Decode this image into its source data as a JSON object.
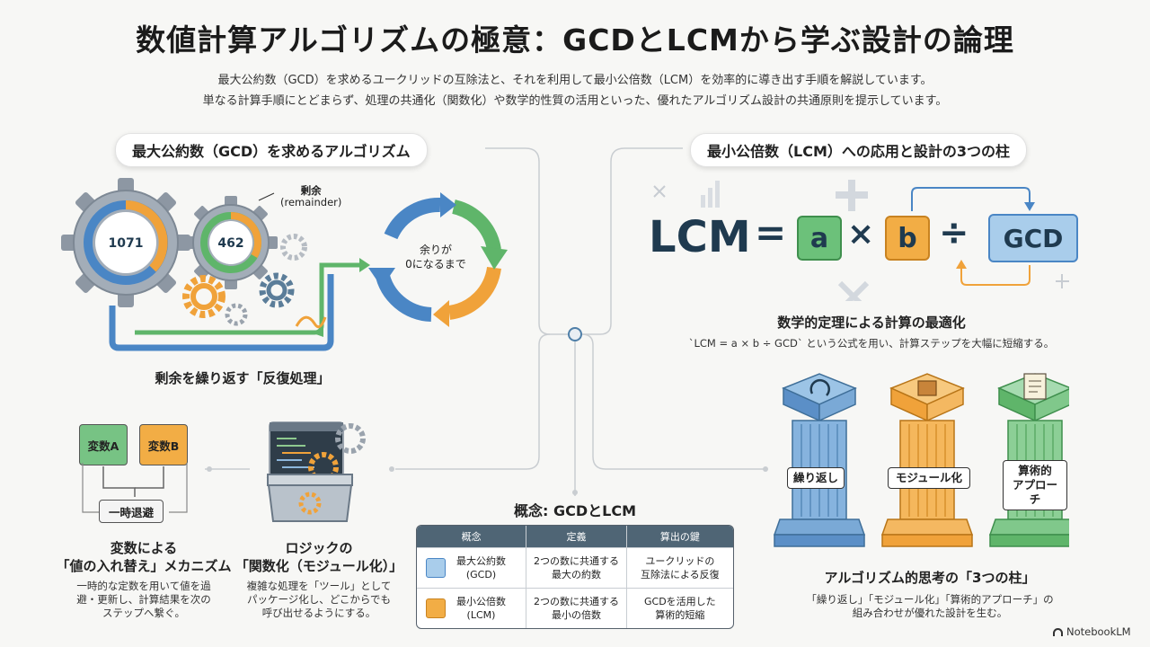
{
  "title": "数値計算アルゴリズムの極意：GCDとLCMから学ぶ設計の論理",
  "subtitle_line1": "最大公約数（GCD）を求めるユークリッドの互除法と、それを利用して最小公倍数（LCM）を効率的に導き出す手順を解説しています。",
  "subtitle_line2": "単なる計算手順にとどまらず、処理の共通化（関数化）や数学的性質の活用といった、優れたアルゴリズム設計の共通原則を提示しています。",
  "gcd_section": {
    "header": "最大公約数（GCD）を求めるアルゴリズム",
    "gear_a": "1071",
    "gear_b": "462",
    "remainder_label": "剰余",
    "remainder_en": "(remainder)",
    "cycle_label_1": "余りが",
    "cycle_label_2": "0になるまで",
    "caption": "剰余を繰り返す「反復処理」"
  },
  "lcm_section": {
    "header": "最小公倍数（LCM）への応用と設計の3つの柱",
    "lcm": "LCM",
    "eq": "=",
    "a": "a",
    "times": "×",
    "b": "b",
    "div": "÷",
    "gcd": "GCD",
    "caption": "数学的定理による計算の最適化",
    "desc": "`LCM = a × b ÷ GCD` という公式を用い、計算ステップを大幅に短縮する。"
  },
  "variables": {
    "var_a": "変数A",
    "var_b": "変数B",
    "temp": "一時退避",
    "caption_1": "変数による",
    "caption_2": "「値の入れ替え」メカニズム",
    "desc_1": "一時的な定数を用いて値を過",
    "desc_2": "避・更新し、計算結果を次の",
    "desc_3": "ステップへ繋ぐ。"
  },
  "function_section": {
    "caption_1": "ロジックの",
    "caption_2": "「関数化（モジュール化）」",
    "desc_1": "複雑な処理を「ツール」として",
    "desc_2": "パッケージ化し、どこからでも",
    "desc_3": "呼び出せるようにする。"
  },
  "concept_table": {
    "title": "概念: GCDとLCM",
    "headers": [
      "概念",
      "定義",
      "算出の鍵"
    ],
    "rows": [
      {
        "concept_1": "最大公約数",
        "concept_2": "(GCD)",
        "def_1": "2つの数に共通する",
        "def_2": "最大の約数",
        "key_1": "ユークリッドの",
        "key_2": "互除法による反復"
      },
      {
        "concept_1": "最小公倍数",
        "concept_2": "(LCM)",
        "def_1": "2つの数に共通する",
        "def_2": "最小の倍数",
        "key_1": "GCDを活用した",
        "key_2": "算術的短縮"
      }
    ]
  },
  "pillars": {
    "p1": "繰り返し",
    "p2": "モジュール化",
    "p3_1": "算術的",
    "p3_2": "アプローチ",
    "caption": "アルゴリズム的思考の「3つの柱」",
    "desc_1": "「繰り返し」「モジュール化」「算術的アプローチ」の",
    "desc_2": "組み合わせが優れた設計を生む。"
  },
  "brand": "NotebookLM",
  "colors": {
    "blue": "#5b8fc7",
    "orange": "#f0a23a",
    "green": "#5fb56a",
    "dark": "#1f3a4f"
  }
}
